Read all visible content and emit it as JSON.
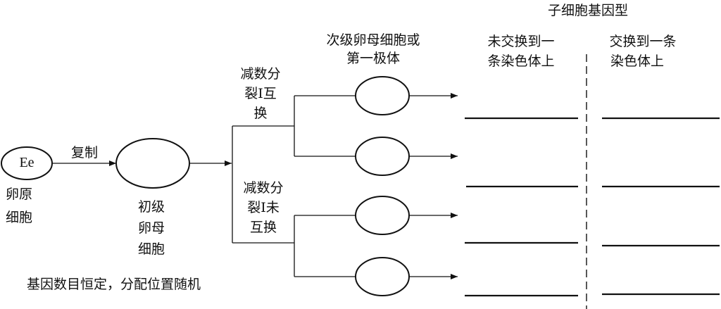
{
  "diagram": {
    "oogonium": {
      "genotype": "Ee",
      "label_line1": "卵原",
      "label_line2": "细胞"
    },
    "replication_label": "复制",
    "primary_oocyte": {
      "label_line1": "初级",
      "label_line2": "卵母",
      "label_line3": "细胞"
    },
    "branch_exchange": {
      "line1": "减数分",
      "line2": "裂Ⅰ互",
      "line3": "换"
    },
    "branch_no_exchange": {
      "line1": "减数分",
      "line2": "裂Ⅰ未",
      "line3": "互换"
    },
    "secondary_header": {
      "line1": "次级卵母细胞或",
      "line2": "第一极体"
    },
    "daughter_header": "子细胞基因型",
    "column_no_exchange": {
      "line1": "未交换到一",
      "line2": "条染色体上"
    },
    "column_exchange": {
      "line1": "交换到一条",
      "line2": "染色体上"
    },
    "secondary_cells": [
      "",
      "",
      "",
      ""
    ],
    "answers_no_exchange": [
      "",
      "",
      "",
      ""
    ],
    "answers_exchange": [
      "",
      "",
      "",
      ""
    ],
    "footnote": "基因数目恒定，分配位置随机"
  }
}
